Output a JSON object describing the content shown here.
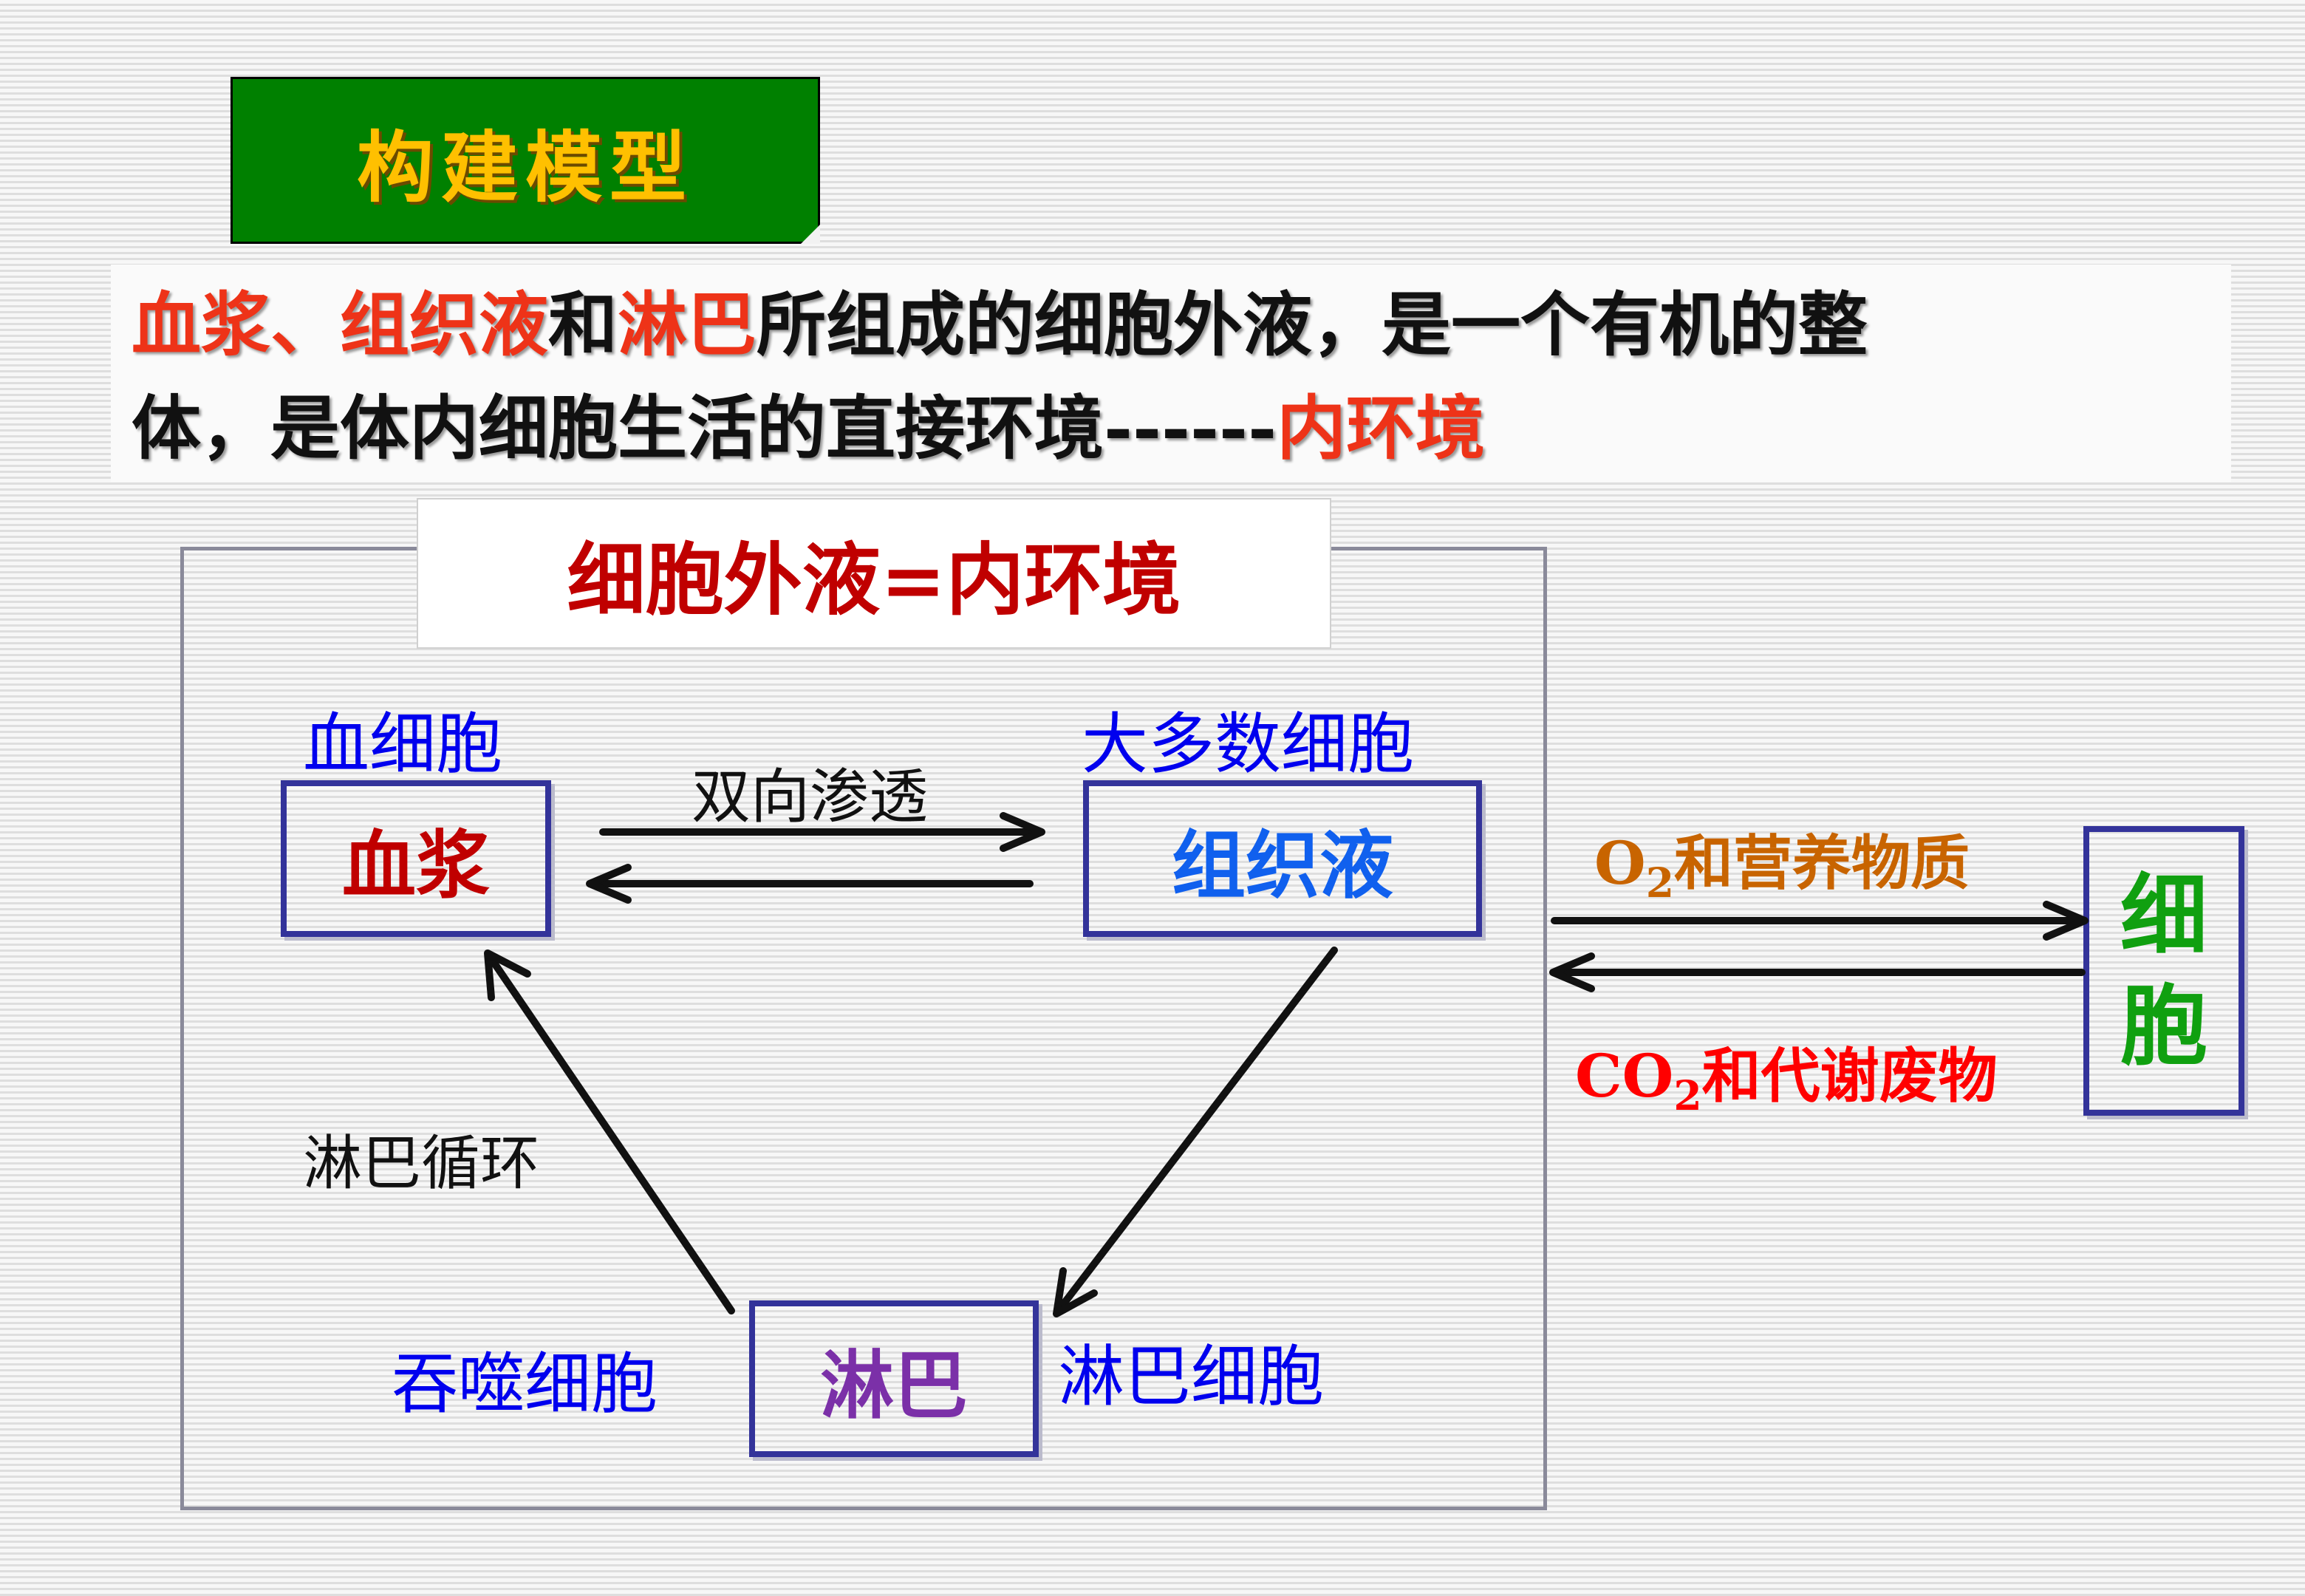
{
  "title": "构建模型",
  "paragraph": {
    "line1": [
      {
        "text": "血浆、组织液",
        "red": true
      },
      {
        "text": "和",
        "red": false
      },
      {
        "text": "淋巴",
        "red": true
      },
      {
        "text": "所组成的细胞外液，是一个有机的整",
        "red": false
      }
    ],
    "line2": [
      {
        "text": "体，是体内细胞生活的直接环境------",
        "red": false
      },
      {
        "text": "内环境",
        "red": true
      }
    ]
  },
  "heading": "细胞外液=内环境",
  "nodes": {
    "plasma": {
      "label": "血浆",
      "cells": "血细胞",
      "color": "#c00000"
    },
    "tissue_fluid": {
      "label": "组织液",
      "cells": "大多数细胞",
      "color": "#1060ee"
    },
    "lymph": {
      "label": "淋巴",
      "cells_left": "吞噬细胞",
      "cells_right": "淋巴细胞",
      "color": "#7b30a8"
    },
    "cell": {
      "char1": "细",
      "char2": "胞"
    }
  },
  "edges": {
    "bidirectional": "双向渗透",
    "lymph_circulation": "淋巴循环",
    "o2_prefix": "O",
    "o2_sub": "2",
    "o2_suffix": "和营养物质",
    "co2_prefix": "CO",
    "co2_sub": "2",
    "co2_suffix": "和代谢废物"
  }
}
